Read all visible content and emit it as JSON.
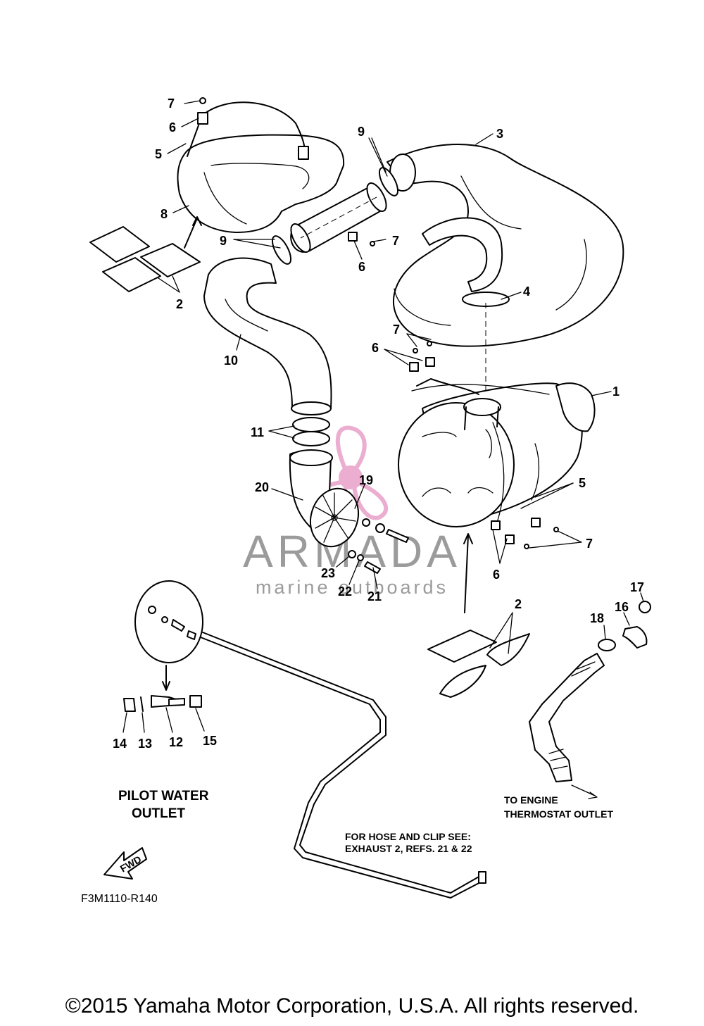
{
  "callouts": [
    {
      "id": "c1",
      "label": "1"
    },
    {
      "id": "c2a",
      "label": "2"
    },
    {
      "id": "c2b",
      "label": "2"
    },
    {
      "id": "c3",
      "label": "3"
    },
    {
      "id": "c4",
      "label": "4"
    },
    {
      "id": "c5a",
      "label": "5"
    },
    {
      "id": "c5b",
      "label": "5"
    },
    {
      "id": "c6a",
      "label": "6"
    },
    {
      "id": "c6b",
      "label": "6"
    },
    {
      "id": "c6c",
      "label": "6"
    },
    {
      "id": "c6d",
      "label": "6"
    },
    {
      "id": "c7a",
      "label": "7"
    },
    {
      "id": "c7b",
      "label": "7"
    },
    {
      "id": "c7c",
      "label": "7"
    },
    {
      "id": "c7d",
      "label": "7"
    },
    {
      "id": "c8",
      "label": "8"
    },
    {
      "id": "c9a",
      "label": "9"
    },
    {
      "id": "c9b",
      "label": "9"
    },
    {
      "id": "c10",
      "label": "10"
    },
    {
      "id": "c11",
      "label": "11"
    },
    {
      "id": "c12",
      "label": "12"
    },
    {
      "id": "c13",
      "label": "13"
    },
    {
      "id": "c14",
      "label": "14"
    },
    {
      "id": "c15",
      "label": "15"
    },
    {
      "id": "c16",
      "label": "16"
    },
    {
      "id": "c17",
      "label": "17"
    },
    {
      "id": "c18",
      "label": "18"
    },
    {
      "id": "c19",
      "label": "19"
    },
    {
      "id": "c20",
      "label": "20"
    },
    {
      "id": "c21",
      "label": "21"
    },
    {
      "id": "c22",
      "label": "22"
    },
    {
      "id": "c23",
      "label": "23"
    }
  ],
  "notes": {
    "pilot_line1": "PILOT WATER",
    "pilot_line2": "OUTLET",
    "engine_line1": "TO ENGINE",
    "engine_line2": "THERMOSTAT OUTLET",
    "hose_line1": "FOR HOSE AND CLIP SEE:",
    "hose_line2": "EXHAUST 2, REFS. 21 & 22",
    "fwd": "FWD",
    "diagram_code": "F3M1110-R140"
  },
  "watermark": {
    "brand": "ARMADA",
    "tagline": "marine outboards",
    "color_pink": "#e8a0c8",
    "color_gray": "#8a8a8a"
  },
  "copyright": "©2015 Yamaha Motor Corporation, U.S.A. All rights reserved."
}
